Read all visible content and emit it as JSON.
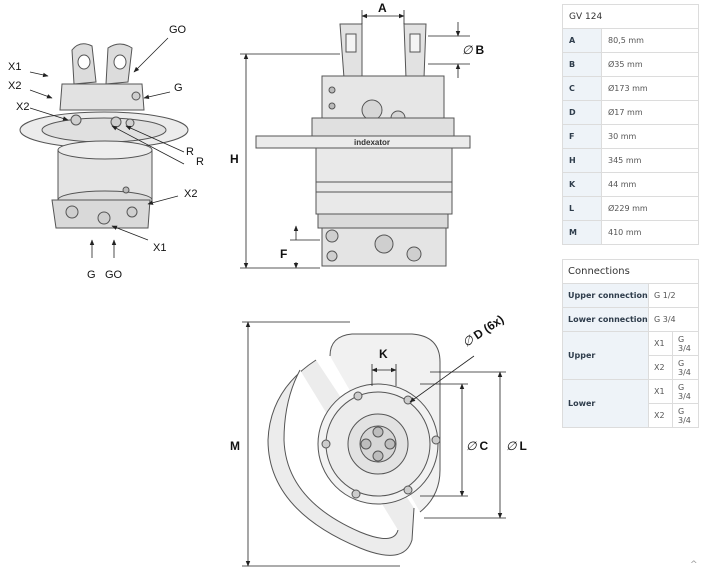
{
  "drawing": {
    "iso_labels": {
      "go_top": "GO",
      "x1_left": "X1",
      "x2_left": "X2",
      "g_right": "G",
      "x2_mid": "X2",
      "r_a": "R",
      "r_b": "R",
      "x2_right": "X2",
      "x1_bottom": "X1",
      "g_bottom": "G",
      "go_bottom": "GO"
    },
    "side_labels": {
      "a": "A",
      "b": "B",
      "h": "H",
      "f": "F",
      "brand": "indexator"
    },
    "bottom_labels": {
      "k": "K",
      "d": "D (6x)",
      "c": "C",
      "l": "L",
      "m": "M",
      "dia": "∅"
    }
  },
  "spec_table": {
    "title": "GV 124",
    "rows": [
      {
        "key": "A",
        "value": "80,5 mm"
      },
      {
        "key": "B",
        "value": "Ø35 mm"
      },
      {
        "key": "C",
        "value": "Ø173 mm"
      },
      {
        "key": "D",
        "value": "Ø17 mm"
      },
      {
        "key": "F",
        "value": "30 mm"
      },
      {
        "key": "H",
        "value": "345 mm"
      },
      {
        "key": "K",
        "value": "44 mm"
      },
      {
        "key": "L",
        "value": "Ø229 mm"
      },
      {
        "key": "M",
        "value": "410 mm"
      }
    ]
  },
  "connections_table": {
    "title": "Connections",
    "upper_connection": {
      "label": "Upper connection",
      "value": "G 1/2"
    },
    "lower_connection": {
      "label": "Lower connection",
      "value": "G 3/4"
    },
    "upper": {
      "label": "Upper",
      "rows": [
        {
          "port": "X1",
          "value": "G 3/4"
        },
        {
          "port": "X2",
          "value": "G 3/4"
        }
      ]
    },
    "lower": {
      "label": "Lower",
      "rows": [
        {
          "port": "X1",
          "value": "G 3/4"
        },
        {
          "port": "X2",
          "value": "G 3/4"
        }
      ]
    }
  },
  "scroll_icon": "chevron-up-icon",
  "scroll_glyph": "^"
}
